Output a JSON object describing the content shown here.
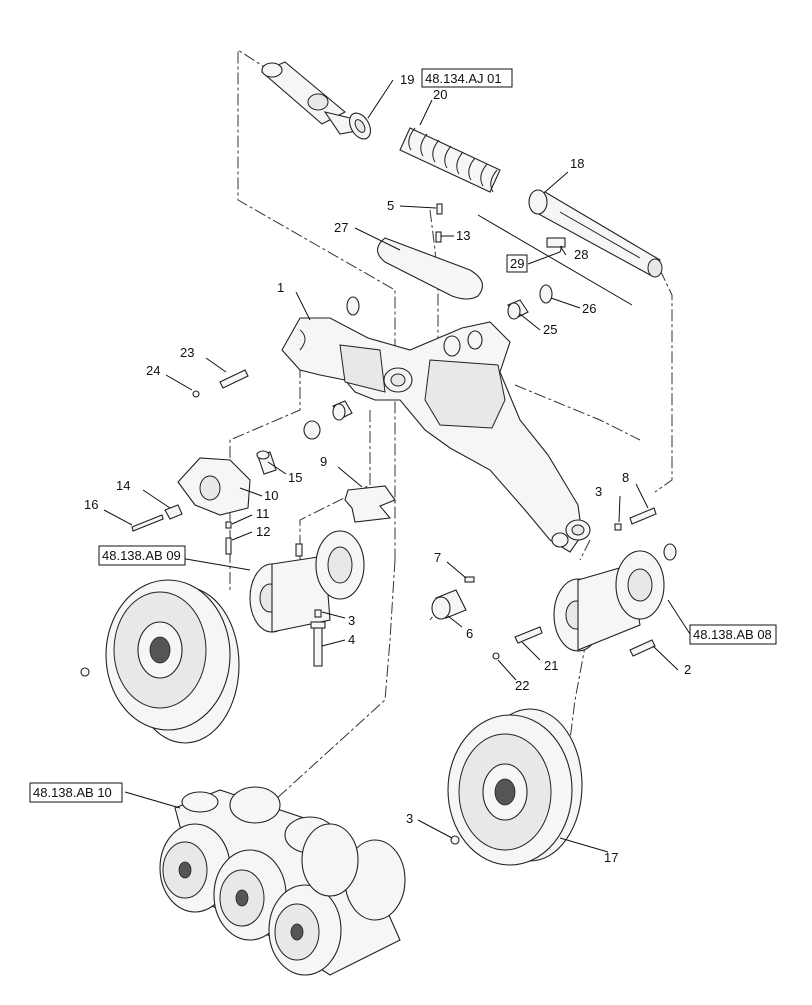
{
  "callouts": {
    "c1": "1",
    "c2": "2",
    "c3a": "3",
    "c3b": "3",
    "c3c": "3",
    "c4": "4",
    "c5": "5",
    "c6": "6",
    "c7": "7",
    "c8": "8",
    "c9": "9",
    "c10": "10",
    "c11": "11",
    "c12": "12",
    "c13": "13",
    "c14": "14",
    "c15": "15",
    "c16": "16",
    "c17": "17",
    "c18": "18",
    "c19": "19",
    "c20": "20",
    "c21": "21",
    "c22": "22",
    "c23": "23",
    "c24": "24",
    "c25": "25",
    "c26": "26",
    "c27": "27",
    "c28": "28",
    "c29": "29"
  },
  "references": {
    "ref_aj01": "48.134.AJ 01",
    "ref_ab09": "48.138.AB 09",
    "ref_ab08": "48.138.AB 08",
    "ref_ab10": "48.138.AB 10"
  }
}
